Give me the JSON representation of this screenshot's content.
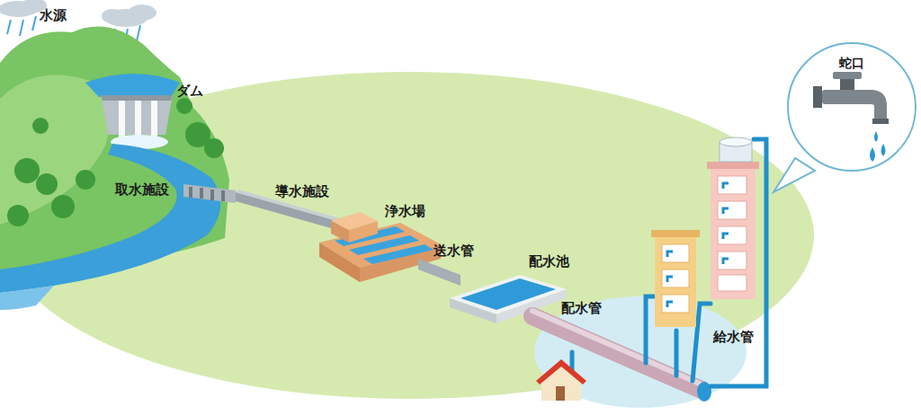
{
  "diagram": {
    "nodes": [
      {
        "text": [
          "蛇口"
        ]
      }
    ],
    "labels": [
      "水源",
      "ダム",
      "取水施設",
      "導水施設",
      "浄水場",
      "送水管",
      "配水池",
      "配水管",
      "給水管"
    ]
  }
}
